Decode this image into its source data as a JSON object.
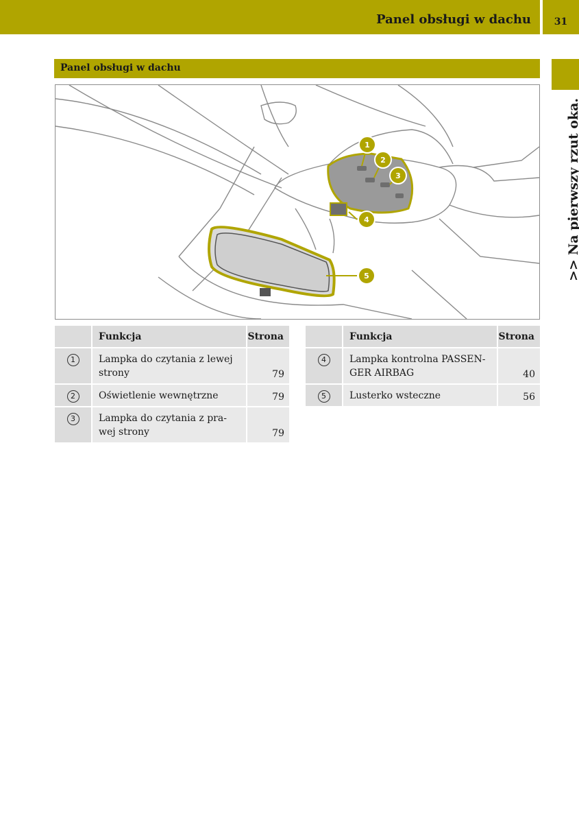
{
  "header": {
    "title": "Panel obsługi w dachu",
    "page_number": "31"
  },
  "side_tab": {
    "arrows": ">>",
    "label": "Na pierwszy rzut oka."
  },
  "section": {
    "title": "Panel obsługi w dachu"
  },
  "figure": {
    "callouts": [
      "1",
      "2",
      "3",
      "4",
      "5"
    ],
    "highlight_color": "#b0a500"
  },
  "table_left": {
    "headers": {
      "function": "Funkcja",
      "page": "Strona"
    },
    "rows": [
      {
        "marker": "1",
        "text": "Lampka do czytania z lewej strony",
        "page": "79"
      },
      {
        "marker": "2",
        "text": "Oświetlenie wewnętrzne",
        "page": "79"
      },
      {
        "marker": "3",
        "text": "Lampka do czytania z pra- wej strony",
        "page": "79"
      }
    ]
  },
  "table_right": {
    "headers": {
      "function": "Funkcja",
      "page": "Strona"
    },
    "rows": [
      {
        "marker": "4",
        "text": "Lampka kontrolna PASSEN- GER AIRBAG",
        "page": "40"
      },
      {
        "marker": "5",
        "text": "Lusterko wsteczne",
        "page": "56"
      }
    ]
  }
}
